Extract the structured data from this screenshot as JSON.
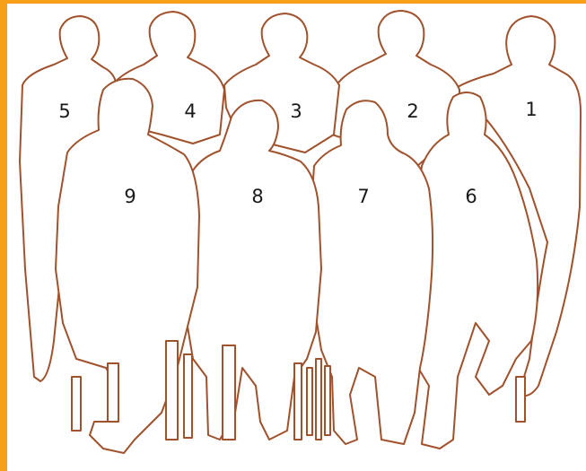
{
  "colors": {
    "outline": "#a0522d",
    "accent": "#f6a01a",
    "background": "#ffffff",
    "text": "#1a1a1a"
  },
  "people": [
    {
      "number": "1",
      "row": "back"
    },
    {
      "number": "2",
      "row": "back"
    },
    {
      "number": "3",
      "row": "back"
    },
    {
      "number": "4",
      "row": "back"
    },
    {
      "number": "5",
      "row": "back"
    },
    {
      "number": "6",
      "row": "front"
    },
    {
      "number": "7",
      "row": "front"
    },
    {
      "number": "8",
      "row": "front"
    },
    {
      "number": "9",
      "row": "front"
    }
  ]
}
